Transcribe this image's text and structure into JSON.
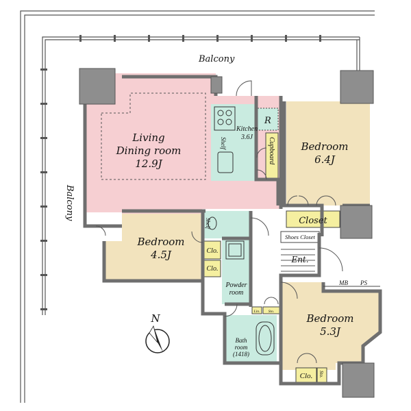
{
  "plan": {
    "balcony_top": "Balcony",
    "balcony_left": "Balcony",
    "living": {
      "line1": "Living",
      "line2": "Dining room",
      "size": "12.9J"
    },
    "kitchen": {
      "label": "Kitchen",
      "size": "3.6J",
      "fridge": "R"
    },
    "shelf_kitchen": "Shelf",
    "cupboard": "Cupboard",
    "bedroom_ne": {
      "label": "Bedroom",
      "size": "6.4J"
    },
    "closet": "Closet",
    "shoes_closet": "Shoes Closet",
    "bedroom_w": {
      "label": "Bedroom",
      "size": "4.5J"
    },
    "shelf_w": "Shelf",
    "clo_1": "Clo.",
    "clo_2": "Clo.",
    "powder_room": {
      "line1": "Powder",
      "line2": "room"
    },
    "entrance": "Ent.",
    "mb": "MB",
    "ps": "PS",
    "bedroom_se": {
      "label": "Bedroom",
      "size": "5.3J"
    },
    "clo_3": "Clo.",
    "sto_1": "Sto.",
    "sto_2": "Sto.",
    "lin": "Lin.",
    "bath": {
      "line1": "Bath",
      "line2": "room",
      "line3": "(1418)"
    },
    "compass": "N"
  },
  "colors": {
    "living_fill": "#f6cfd2",
    "kitchen_fill": "#c9ebe0",
    "bedroom_fill": "#f2e3bd",
    "storage_fill": "#f5efa0",
    "column_fill": "#8e8e8e",
    "wall": "#6f6f6f"
  }
}
